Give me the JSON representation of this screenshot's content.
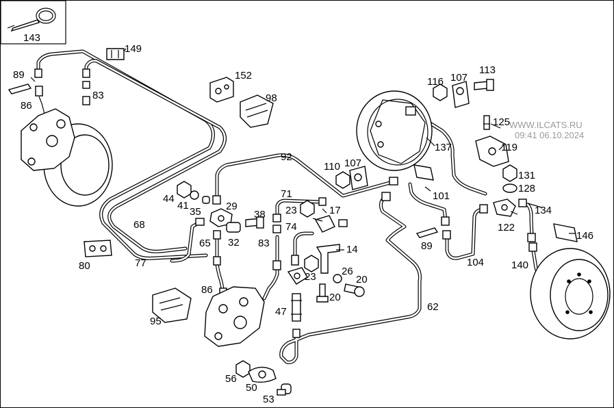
{
  "watermark": {
    "site": "WWW.ILCATS.RU",
    "stamp": "09:41 06.10.2024",
    "color": "#9a9a9a"
  },
  "inset_label": "143",
  "callouts": {
    "c149": "149",
    "c89a": "89",
    "c83a": "83",
    "c86a": "86",
    "c152": "152",
    "c98": "98",
    "c92": "92",
    "c116": "116",
    "c107a": "107",
    "c113": "113",
    "c125": "125",
    "c119": "119",
    "c137": "137",
    "c110": "110",
    "c107b": "107",
    "c131": "131",
    "c128": "128",
    "c71": "71",
    "c17": "17",
    "c23a": "23",
    "c44": "44",
    "c41": "41",
    "c35": "35",
    "c29": "29",
    "c38": "38",
    "c74": "74",
    "c68": "68",
    "c32": "32",
    "c83b": "83",
    "c65": "65",
    "c101": "101",
    "c134": "134",
    "c122": "122",
    "c146": "146",
    "c89b": "89",
    "c14": "14",
    "c80": "80",
    "c77": "77",
    "c104": "104",
    "c140": "140",
    "c26": "26",
    "c23b": "23",
    "c20a": "20",
    "c20b": "20",
    "c86b": "86",
    "c95": "95",
    "c47": "47",
    "c62": "62",
    "c56": "56",
    "c50": "50",
    "c53": "53"
  }
}
